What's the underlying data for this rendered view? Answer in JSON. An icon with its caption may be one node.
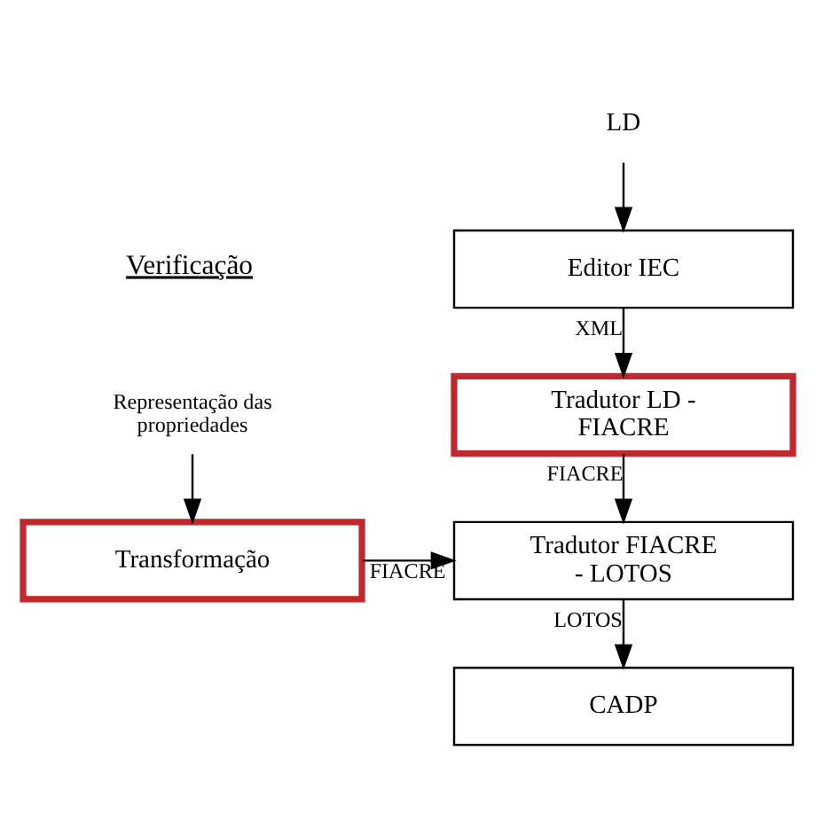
{
  "diagram": {
    "nodes": [
      {
        "text": [
          "LD"
        ]
      },
      {
        "text": [
          "Editor IEC"
        ]
      },
      {
        "text": [
          "Tradutor LD - FIACRE"
        ]
      },
      {
        "text": [
          "Tradutor FIACRE - LOTOS"
        ]
      },
      {
        "text": [
          "CADP"
        ]
      },
      {
        "text": [
          "Representação das propriedades"
        ]
      },
      {
        "text": [
          "Transformação"
        ]
      }
    ],
    "edges": [
      {
        "from": 0,
        "to": 1,
        "arrow": "to"
      },
      {
        "from": 1,
        "to": 2,
        "arrow": "to",
        "label": "XML"
      },
      {
        "from": 2,
        "to": 3,
        "arrow": "to",
        "label": "FIACRE"
      },
      {
        "from": 3,
        "to": 4,
        "arrow": "to",
        "label": "LOTOS"
      },
      {
        "from": 5,
        "to": 6,
        "arrow": "to"
      },
      {
        "from": 6,
        "to": 3,
        "arrow": "to",
        "label": "FIACRE"
      }
    ],
    "labels": [
      "Verificação"
    ]
  }
}
